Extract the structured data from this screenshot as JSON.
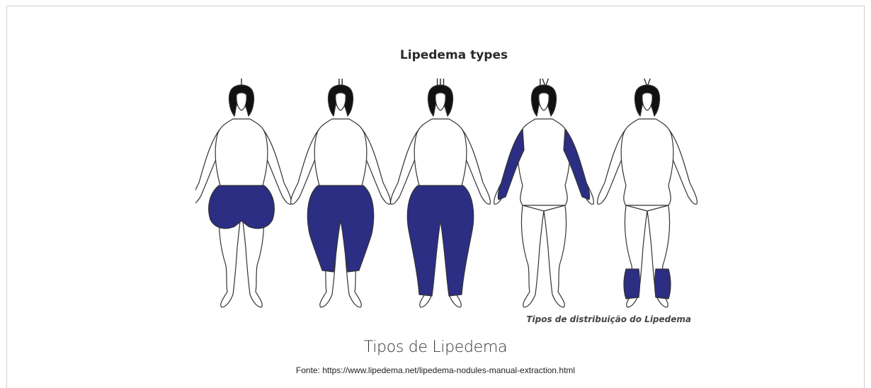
{
  "figure": {
    "title": "Lipedema types",
    "types": [
      {
        "label": "I",
        "affected": "hips-thighs"
      },
      {
        "label": "II",
        "affected": "hips-to-knees"
      },
      {
        "label": "III",
        "affected": "hips-to-ankles"
      },
      {
        "label": "IV",
        "affected": "arms"
      },
      {
        "label": "V",
        "affected": "lower-legs"
      }
    ],
    "inner_caption": "Tipos de distribuição do Lipedema",
    "colors": {
      "affected": "#2b2e83",
      "hair": "#111111",
      "outline": "#333333",
      "skin": "#ffffff"
    }
  },
  "caption": "Tipos de Lipedema",
  "source": "Fonte: https://www.lipedema.net/lipedema-nodules-manual-extraction.html"
}
